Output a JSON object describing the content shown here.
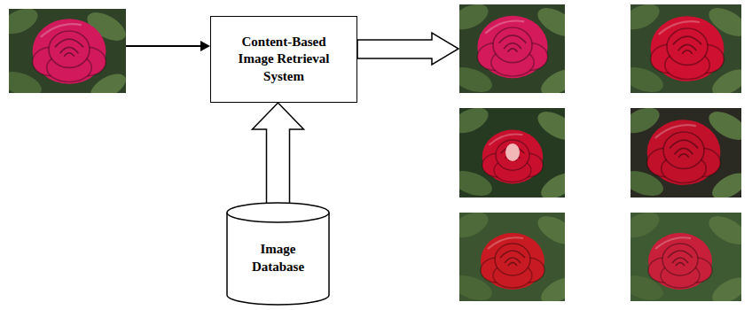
{
  "diagram": {
    "nodes": [
      {
        "text": [
          "Content-Based Image Retrieval System"
        ]
      },
      {
        "text": [
          "Image Database"
        ]
      }
    ],
    "edges": [
      {
        "from": 1,
        "to": 0,
        "arrow": "to"
      }
    ]
  }
}
